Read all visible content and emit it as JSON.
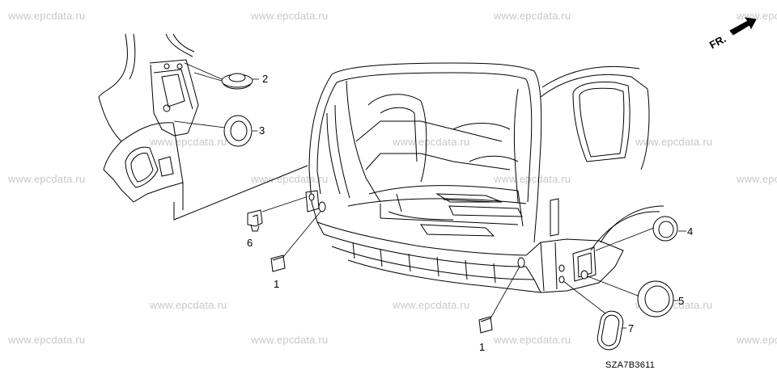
{
  "watermark_text": "www.epcdata.ru",
  "direction_label": "FR.",
  "diagram_code": "SZA7B3611",
  "callouts": [
    {
      "id": "c2",
      "label": "2"
    },
    {
      "id": "c3",
      "label": "3"
    },
    {
      "id": "c6",
      "label": "6"
    },
    {
      "id": "c1a",
      "label": "1"
    },
    {
      "id": "c4",
      "label": "4"
    },
    {
      "id": "c5",
      "label": "5"
    },
    {
      "id": "c7",
      "label": "7"
    },
    {
      "id": "c1b",
      "label": "1"
    }
  ]
}
